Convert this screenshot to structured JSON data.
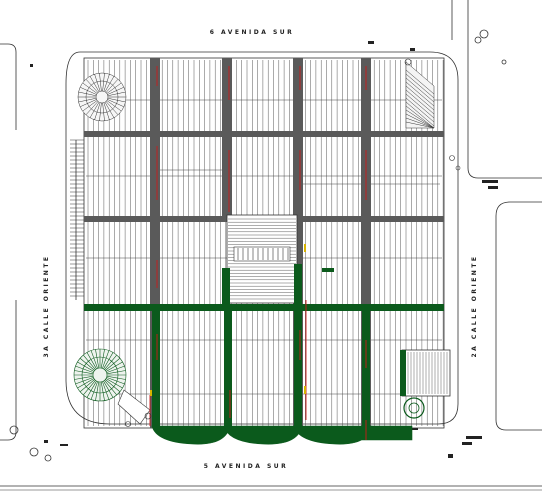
{
  "streets": {
    "top": "6 AVENIDA SUR",
    "bottom": "5 AVENIDA SUR",
    "left": "3A CALLE ORIENTE",
    "right": "2A CALLE ORIENTE"
  },
  "colors": {
    "background": "#ffffff",
    "linework": "#333333",
    "structure": "#5a5a5a",
    "green": "#0b5a1c",
    "red": "#cc1a1a",
    "yellow": "#d8b400"
  }
}
